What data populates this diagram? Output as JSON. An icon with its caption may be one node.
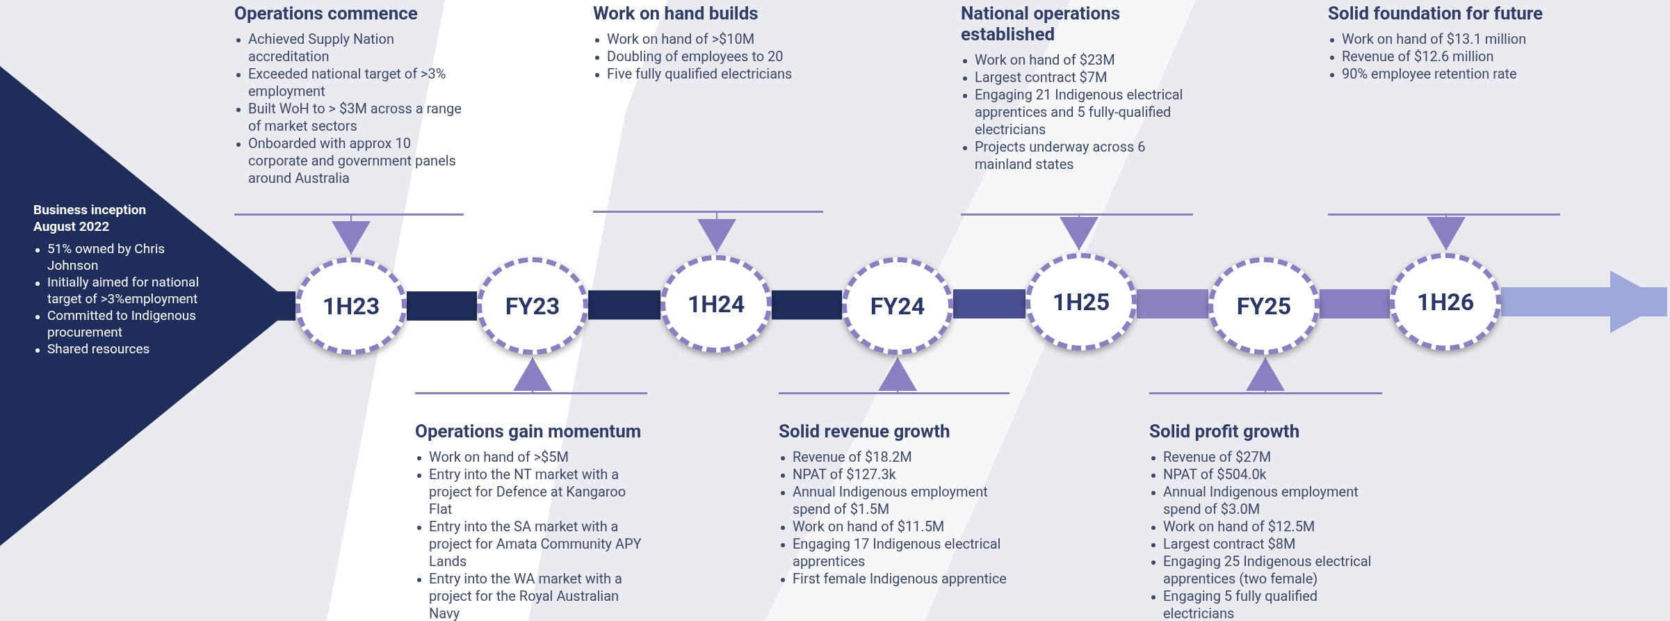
{
  "diagram": {
    "nodes": [
      {
        "text": [
          "Business inception August 2022",
          "51% owned by Chris Johnson",
          "Initially aimed for national target of >3%employment",
          "Committed to Indigenous procurement",
          "Shared resources"
        ]
      },
      {
        "text": [
          "Operations commence",
          "Achieved Supply Nation accreditation",
          "Exceeded national target of >3% employment",
          "Built WoH to > $3M across a range of market sectors",
          "Onboarded with approx 10 corporate and government panels around Australia"
        ]
      },
      {
        "text": [
          "Work on hand builds",
          "Work on hand of >$10M",
          "Doubling of employees to 20",
          "Five fully qualified electricians"
        ]
      },
      {
        "text": [
          "National operations established",
          "Work on hand of $23M",
          "Largest contract $7M",
          "Engaging 21 Indigenous electrical apprentices and 5 fully-qualified electricians",
          "Projects underway across 6 mainland states"
        ]
      },
      {
        "text": [
          "Solid foundation for future",
          "Work on hand of $13.1 million",
          "Revenue of $12.6 million",
          "90% employee retention rate"
        ]
      },
      {
        "text": [
          "1H23"
        ]
      },
      {
        "text": [
          "FY23"
        ]
      },
      {
        "text": [
          "1H24"
        ]
      },
      {
        "text": [
          "FY24"
        ]
      },
      {
        "text": [
          "1H25"
        ]
      },
      {
        "text": [
          "FY25"
        ]
      },
      {
        "text": [
          "1H26"
        ]
      },
      {
        "text": [
          "Operations gain momentum",
          "Work on hand of >$5M",
          "Entry into the NT market with a project for Defence at Kangaroo Flat",
          "Entry into the SA market with a project for Amata Community APY Lands",
          "Entry into the WA market with a project for the Royal Australian Navy"
        ]
      },
      {
        "text": [
          "Solid revenue growth",
          "Revenue of $18.2M",
          "NPAT of $127.3k",
          "Annual Indigenous employment spend of $1.5M",
          "Work on hand of $11.5M",
          "Engaging 17 Indigenous electrical apprentices",
          "First female Indigenous apprentice"
        ]
      },
      {
        "text": [
          "Solid profit growth",
          "Revenue of $27M",
          "NPAT of $504.0k",
          "Annual Indigenous employment spend of $3.0M",
          "Work on hand of $12.5M",
          "Largest contract $8M",
          "Engaging 25 Indigenous electrical apprentices (two female)",
          "Engaging 5 fully qualified electricians"
        ]
      }
    ],
    "edges": [
      {
        "from": 0,
        "to": 5,
        "arrow": "none",
        "color": "#1f2d5a"
      },
      {
        "from": 5,
        "to": 6,
        "arrow": "none",
        "color": "#1f2d5a"
      },
      {
        "from": 6,
        "to": 7,
        "arrow": "none",
        "color": "#1f2d5a"
      },
      {
        "from": 7,
        "to": 8,
        "arrow": "none",
        "color": "#1f2d5a"
      },
      {
        "from": 8,
        "to": 9,
        "arrow": "none",
        "color": "#4a4f8f"
      },
      {
        "from": 9,
        "to": 10,
        "arrow": "none",
        "color": "#8c84c2"
      },
      {
        "from": 10,
        "to": 11,
        "arrow": "none"
      },
      {
        "from": 11,
        "to": null,
        "arrow": "to",
        "color": "#9ea8da"
      },
      {
        "from": 1,
        "to": 5,
        "arrow": "to"
      },
      {
        "from": 2,
        "to": 7,
        "arrow": "to"
      },
      {
        "from": 3,
        "to": 9,
        "arrow": "to"
      },
      {
        "from": 4,
        "to": 11,
        "arrow": "to"
      },
      {
        "from": 12,
        "to": 6,
        "arrow": "to"
      },
      {
        "from": 13,
        "to": 8,
        "arrow": "to"
      },
      {
        "from": 14,
        "to": 10,
        "arrow": "to"
      }
    ]
  }
}
